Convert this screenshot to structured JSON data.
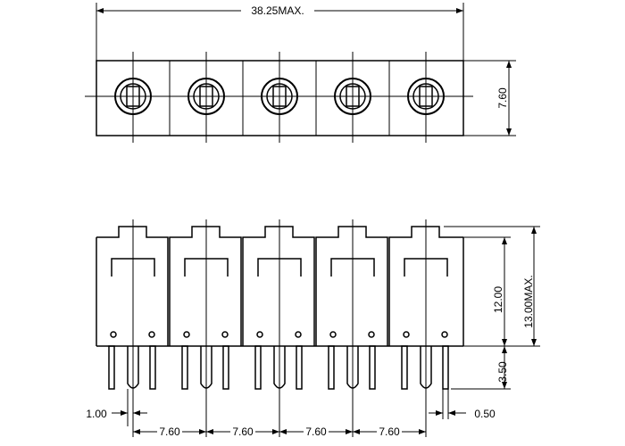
{
  "dimensions": {
    "overall_width": "38.25MAX.",
    "top_height": "7.60",
    "body_height": "12.00",
    "total_height": "13.00MAX.",
    "pin_length": "3.50",
    "pin_width": "1.00",
    "pin_thickness": "0.50",
    "pitch_1": "7.60",
    "pitch_2": "7.60",
    "pitch_3": "7.60",
    "pitch_4": "7.60"
  }
}
